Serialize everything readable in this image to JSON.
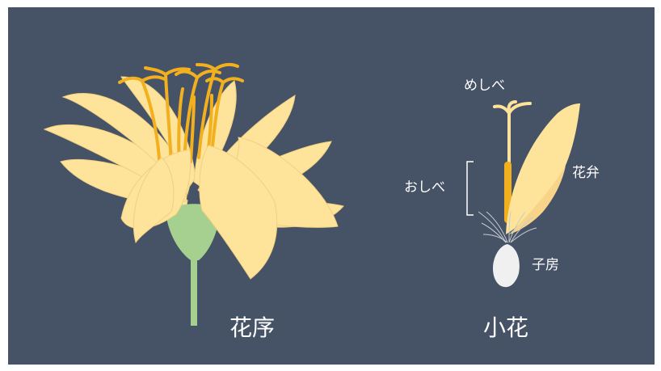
{
  "inflorescence": {
    "caption": "花序"
  },
  "floret": {
    "caption": "小花",
    "labels": {
      "pistil": "めしべ",
      "stamen": "おしべ",
      "petal": "花弁",
      "ovary": "子房"
    }
  },
  "colors": {
    "background": "#465265",
    "petal": "#fde49a",
    "petal_shade": "#f7d489",
    "stamen": "#f2b01e",
    "receptacle": "#a6d08f",
    "ovary": "#f0f0f0",
    "text": "#ffffff"
  }
}
